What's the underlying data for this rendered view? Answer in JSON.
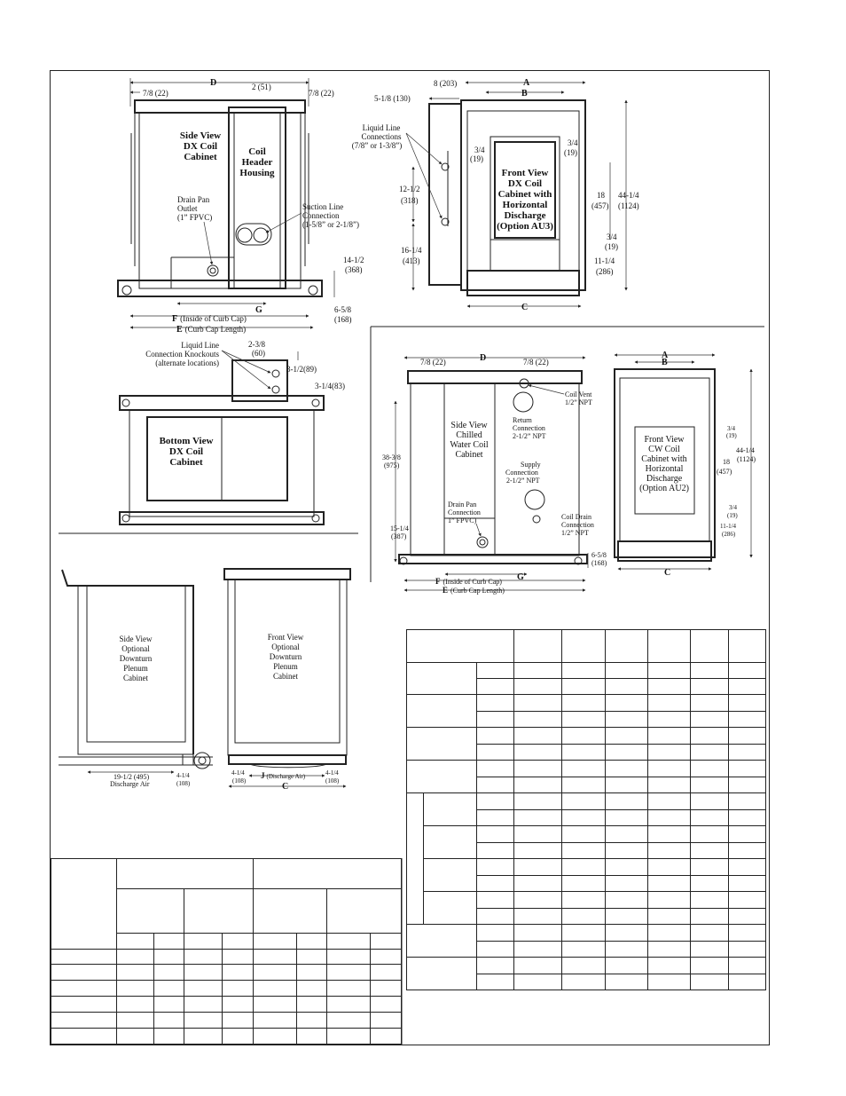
{
  "dx_side": {
    "title": [
      "Side View",
      "DX Coil",
      "Cabinet"
    ],
    "housing": [
      "Coil",
      "Header",
      "Housing"
    ],
    "drain": [
      "Drain Pan",
      "Outlet",
      "(1” FPVC)"
    ],
    "suction": [
      "Suction Line",
      "Connection",
      "(1-5/8” or 2-1/8”)"
    ],
    "dims": {
      "D": "D",
      "d78a": "7/8 (22)",
      "d2": "2 (51)",
      "d78b": "7/8 (22)",
      "G": "G",
      "d1412": "14-1/2",
      "d368": "(368)",
      "d658": "6-5/8",
      "d168": "(168)"
    },
    "F": "F",
    "F_note": "(Inside of Curb Cap)",
    "E": "E",
    "E_note": "(Curb Cap Length)"
  },
  "dx_front": {
    "title": [
      "Front View",
      "DX Coil",
      "Cabinet with",
      "Horizontal",
      "Discharge",
      "(Option AU3)"
    ],
    "liquid": [
      "Liquid Line",
      "Connections",
      "(7/8” or 1-3/8”)"
    ],
    "dims": {
      "d8": "8 (203)",
      "A": "A",
      "B": "B",
      "d518": "5-1/8 (130)",
      "d34a": "3/4",
      "d19a": "(19)",
      "d34b": "3/4",
      "d19b": "(19)",
      "d1212": "12-1/2",
      "d318": "(318)",
      "d18": "18",
      "d457": "(457)",
      "d4414": "44-1/4",
      "d1124": "(1124)",
      "d1614": "16-1/4",
      "d413": "(413)",
      "d34c": "3/4",
      "d19c": "(19)",
      "d1114": "11-1/4",
      "d286": "(286)",
      "C": "C"
    }
  },
  "dx_bottom": {
    "title": [
      "Bottom View",
      "DX Coil",
      "Cabinet"
    ],
    "knock": [
      "Liquid Line",
      "Connection Knockouts",
      "(alternate locations)"
    ],
    "dims": {
      "d238": "2-3/8",
      "d60": "(60)",
      "d312": "3-1/2(89)",
      "d314": "3-1/4(83)"
    }
  },
  "cw_side": {
    "title": [
      "Side View",
      "Chilled",
      "Water Coil",
      "Cabinet"
    ],
    "vent": [
      "Coil Vent",
      "1/2” NPT"
    ],
    "ret": [
      "Return",
      "Connection",
      "2-1/2” NPT"
    ],
    "sup": [
      "Supply",
      "Connection",
      "2-1/2” NPT"
    ],
    "cdrain": [
      "Coil Drain",
      "Connection",
      "1/2” NPT"
    ],
    "drain": [
      "Drain Pan",
      "Connection",
      "1” FPVC)"
    ],
    "dims": {
      "D": "D",
      "d78a": "7/8 (22)",
      "d78b": "7/8 (22)",
      "d3838": "38-3/8",
      "d975": "(975)",
      "d1514": "15-1/4",
      "d387": "(387)",
      "d658": "6-5/8",
      "d168": "(168)",
      "G": "G"
    },
    "F": "F",
    "F_note": "(Inside of Curb Cap)",
    "E": "E",
    "E_note": "(Curb Cap Length)"
  },
  "cw_front": {
    "title": [
      "Front View",
      "CW Coil",
      "Cabinet with",
      "Horizontal",
      "Discharge",
      "(Option AU2)"
    ],
    "dims": {
      "A": "A",
      "B": "B",
      "d34a": "3/4",
      "d19a": "(19)",
      "d18": "18",
      "d457": "(457)",
      "d4414": "44-1/4",
      "d1124": "(1124)",
      "d34b": "3/4",
      "d19b": "(19)",
      "d1114": "11-1/4",
      "d286": "(286)",
      "C": "C"
    }
  },
  "plenum_side": {
    "title": [
      "Side View",
      "Optional",
      "Downturn",
      "Plenum",
      "Cabinet"
    ],
    "d1912": "19-1/2 (495)",
    "discharge": "Discharge Air",
    "d414": "4-1/4",
    "d108": "(108)"
  },
  "plenum_front": {
    "title": [
      "Front View",
      "Optional",
      "Downturn",
      "Plenum",
      "Cabinet"
    ],
    "d414a": "4-1/4",
    "d108a": "(108)",
    "J": "J",
    "J_note": "(Discharge Air)",
    "d414b": "4-1/4",
    "d108b": "(108)",
    "C": "C"
  },
  "colors": {
    "line": "#222222",
    "background": "#ffffff"
  }
}
